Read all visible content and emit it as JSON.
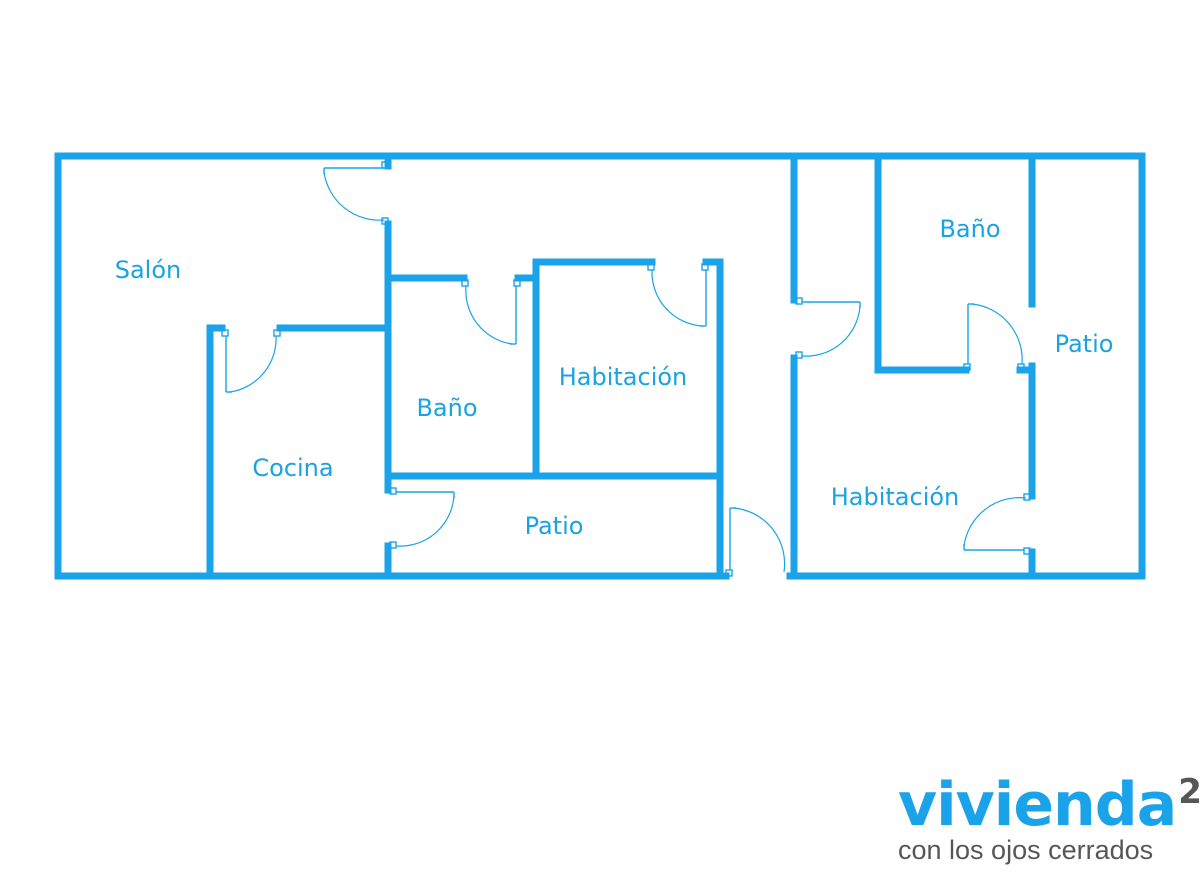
{
  "plan": {
    "rooms": [
      {
        "id": "salon",
        "label": "Salón"
      },
      {
        "id": "cocina",
        "label": "Cocina"
      },
      {
        "id": "bano-1",
        "label": "Baño"
      },
      {
        "id": "habitacion-1",
        "label": "Habitación"
      },
      {
        "id": "patio-1",
        "label": "Patio"
      },
      {
        "id": "bano-2",
        "label": "Baño"
      },
      {
        "id": "habitacion-2",
        "label": "Habitación"
      },
      {
        "id": "patio-2",
        "label": "Patio"
      }
    ],
    "colors": {
      "wall": "#1aa3e8",
      "label": "#1aa3e0",
      "tagline": "#575757"
    }
  },
  "brand": {
    "name": "vivienda",
    "superscript": "2",
    "tagline": "con los ojos cerrados"
  }
}
